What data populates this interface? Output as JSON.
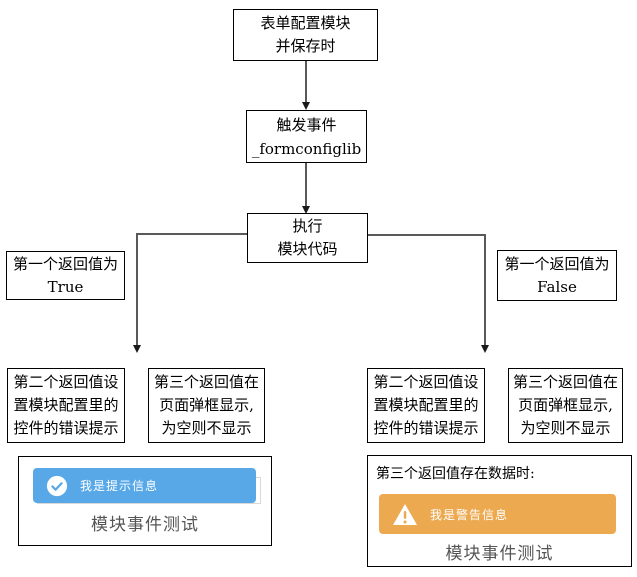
{
  "diagram": {
    "nodes": {
      "start": {
        "lines": [
          "表单配置模块",
          "并保存时"
        ]
      },
      "trigger": {
        "lines": [
          "触发事件",
          "_formconfiglib"
        ]
      },
      "execute": {
        "lines": [
          "执行",
          "模块代码"
        ]
      },
      "cond_true": {
        "lines": [
          "第一个返回值为",
          "True"
        ]
      },
      "cond_false": {
        "lines": [
          "第一个返回值为",
          "False"
        ]
      },
      "second_left": {
        "lines": [
          "第二个返回值设",
          "置模块配置里的",
          "控件的错误提示"
        ]
      },
      "third_left": {
        "lines": [
          "第三个返回值在",
          "页面弹框显示,",
          "为空则不显示"
        ]
      },
      "second_right": {
        "lines": [
          "第二个返回值设",
          "置模块配置里的",
          "控件的错误提示"
        ]
      },
      "third_right": {
        "lines": [
          "第三个返回值在",
          "页面弹框显示,",
          "为空则不显示"
        ]
      }
    },
    "preview_success": {
      "toast": {
        "icon": "check-circle-icon",
        "text": "我是提示信息"
      },
      "caption": "模块事件测试"
    },
    "preview_warning": {
      "note": "第三个返回值存在数据时:",
      "toast": {
        "icon": "warning-triangle-icon",
        "text": "我是警告信息"
      },
      "caption": "模块事件测试"
    },
    "colors": {
      "toast_info_bg": "#58A8E8",
      "toast_warning_bg": "#ECA94F",
      "caption_color": "#555555",
      "connector_color": "#595959"
    }
  }
}
